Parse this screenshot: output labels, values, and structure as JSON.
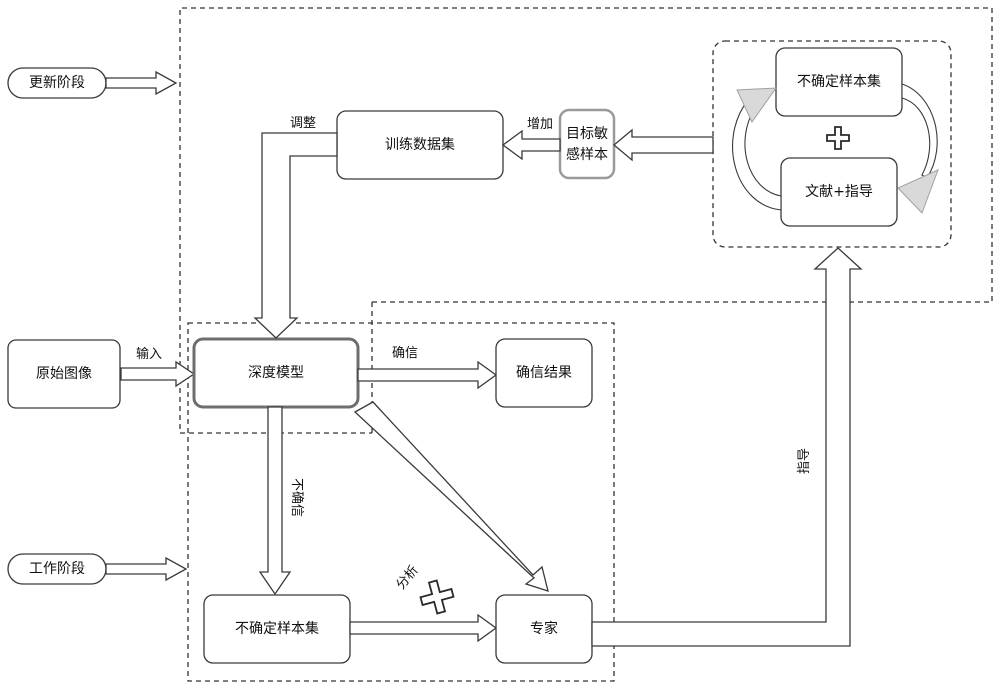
{
  "stages": {
    "update": "更新阶段",
    "work": "工作阶段"
  },
  "nodes": {
    "original_image": "原始图像",
    "deep_model": "深度模型",
    "confident_result": "确信结果",
    "training_set": "训练数据集",
    "target_sensitive_line1": "目标敏",
    "target_sensitive_line2": "感样本",
    "uncertain_set_top": "不确定样本集",
    "literature_guide": "文献+指导",
    "uncertain_set_bottom": "不确定样本集",
    "expert": "专家"
  },
  "labels": {
    "input": "输入",
    "confident": "确信",
    "uncertain": "不确信",
    "adjust": "调整",
    "add": "增加",
    "analyze": "分析",
    "guide": "指导"
  }
}
